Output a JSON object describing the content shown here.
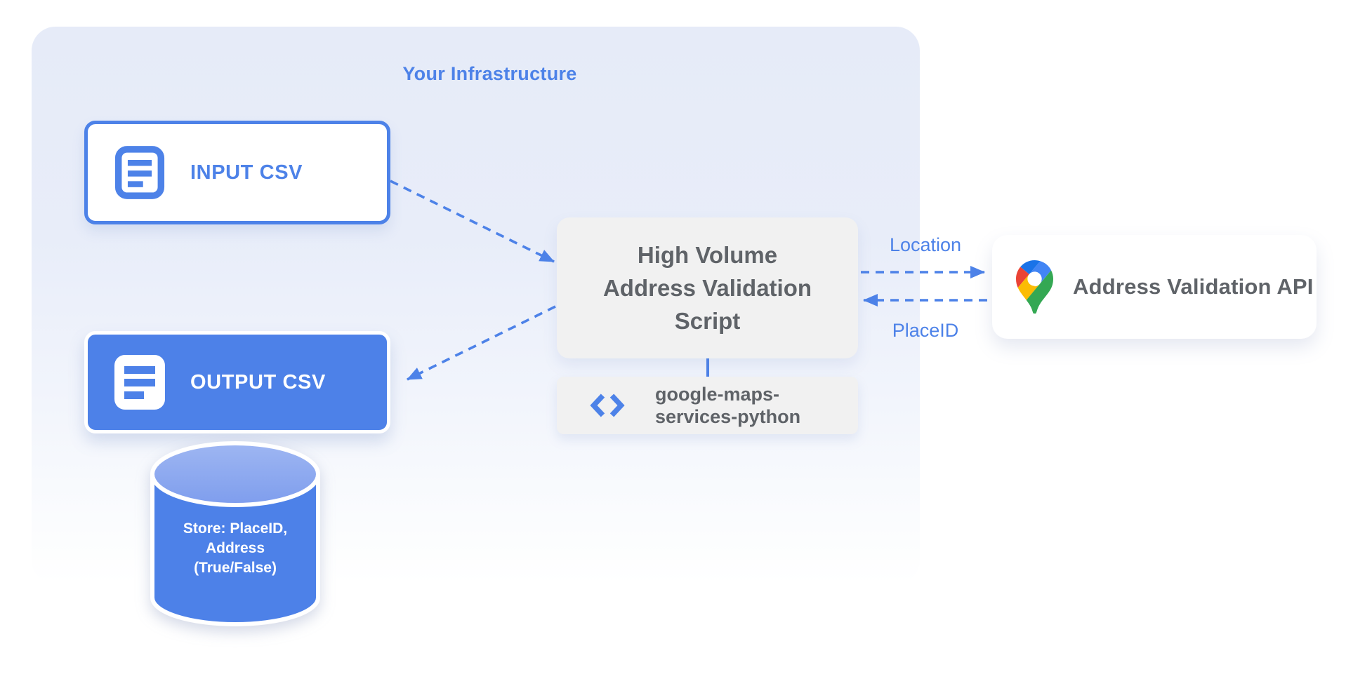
{
  "infrastructure": {
    "title": "Your Infrastructure"
  },
  "nodes": {
    "input_csv": {
      "label": "INPUT CSV",
      "icon": "document-icon"
    },
    "output_csv": {
      "label": "OUTPUT CSV",
      "icon": "document-icon"
    },
    "datastore": {
      "icon": "database-cylinder",
      "lines": {
        "line1": "Store: PlaceID,",
        "line2": "Address",
        "line3": "(True/False)"
      }
    },
    "script": {
      "lines": {
        "line1": "High Volume",
        "line2": "Address Validation",
        "line3": "Script"
      }
    },
    "library": {
      "icon": "code-icon",
      "lines": {
        "line1": "google-maps-",
        "line2": "services-python"
      }
    },
    "api": {
      "label": "Address Validation API",
      "icon": "google-maps-pin-icon"
    }
  },
  "edges": {
    "input_to_script": {
      "style": "dashed-arrow"
    },
    "script_to_output": {
      "style": "dashed-arrow"
    },
    "script_to_api": {
      "label": "Location",
      "style": "dashed-arrow"
    },
    "api_to_script": {
      "label": "PlaceID",
      "style": "dashed-arrow"
    },
    "script_to_library": {
      "style": "solid-line"
    }
  },
  "colors": {
    "accent_blue": "#4d82e8",
    "node_fill_blue": "#4d81e8",
    "container_lavender": "#e6ebf8",
    "node_gray": "#f1f1f1",
    "text_gray": "#5f6368",
    "cylinder_top_light": "#9db5f2",
    "pin_dark_blue": "#1a73e8",
    "pin_red": "#ea4335",
    "pin_blue": "#4285f4",
    "pin_yellow": "#fbbc04",
    "pin_green": "#34a853"
  }
}
